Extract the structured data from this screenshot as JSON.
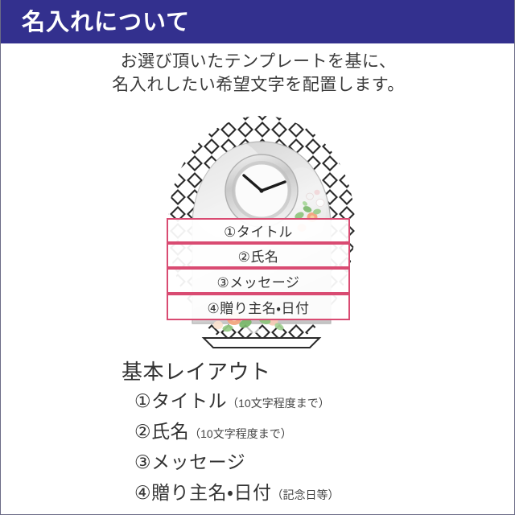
{
  "header": {
    "title": "名入れについて",
    "background_color": "#33308e",
    "text_color": "#ffffff"
  },
  "subtitle": {
    "line1": "お選び頂いたテンプレートを基に、",
    "line2": "名入れしたい希望文字を配置します。"
  },
  "product_image": {
    "description": "crystal-dome-clock",
    "clock_time": "10:10",
    "accent_border_color": "#d94b72",
    "overlay_boxes": [
      {
        "label": "①タイトル"
      },
      {
        "label": "②氏名"
      },
      {
        "label": "③メッセージ"
      },
      {
        "label": "④贈り主名・日付"
      }
    ]
  },
  "legend": {
    "title": "基本レイアウト",
    "items": [
      {
        "label": "①タイトル",
        "note": "（10文字程度まで）"
      },
      {
        "label": "②氏名",
        "note": "（10文字程度まで）"
      },
      {
        "label": "③メッセージ",
        "note": ""
      },
      {
        "label": "④贈り主名・日付",
        "note": "（記念日等）"
      }
    ]
  }
}
